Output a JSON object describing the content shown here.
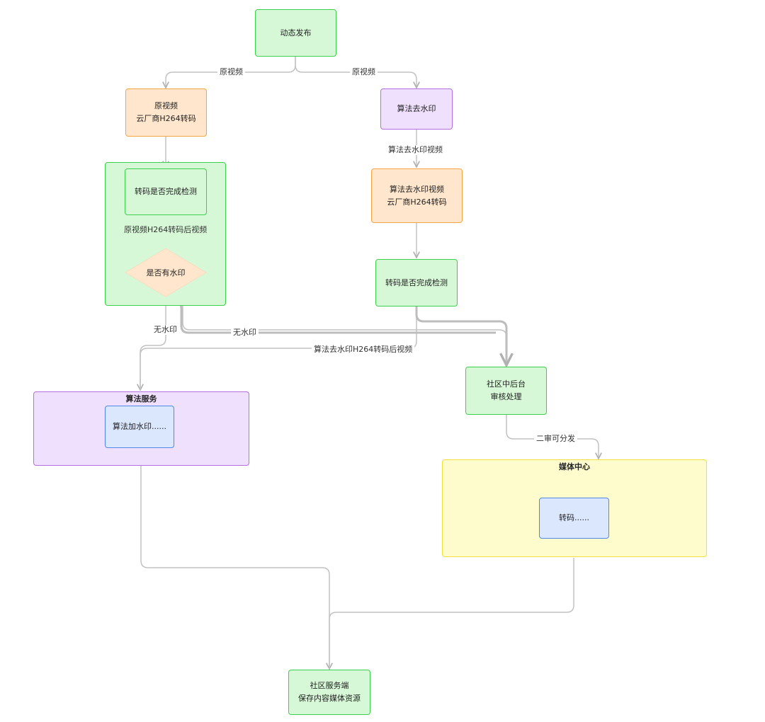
{
  "nodes": {
    "publish": "动态发布",
    "raw_transcode": "原视频\n云厂商H264转码",
    "algo_dewatermark": "算法去水印",
    "raw_check": "转码是否完成检测",
    "watermark_decision": "是否有水印",
    "algo_transcode": "算法去水印视频\n云厂商H264转码",
    "algo_check": "转码是否完成检测",
    "review": "社区中后台\n审核处理",
    "algo_add_watermark": "算法加水印......",
    "media_transcode": "转码......",
    "server_save": "社区服务端\n保存内容媒体资源"
  },
  "groups": {
    "algo_service": "算法服务",
    "media_center": "媒体中心"
  },
  "edge_labels": {
    "raw_video_left": "原视频",
    "raw_video_right": "原视频",
    "dewatermarked_video": "算法去水印视频",
    "raw_h264_video": "原视频H264转码后视频",
    "no_watermark_left": "无水印",
    "no_watermark_right": "无水印",
    "algo_h264_video": "算法去水印H264转码后视频",
    "second_review": "二审可分发"
  },
  "colors": {
    "green_fill": "#d7f8d7",
    "green_border": "#3bd14b",
    "orange_fill": "#ffe6cc",
    "orange_border": "#f6a341",
    "purple_fill": "#efe0fd",
    "purple_border": "#b46ee6",
    "blue_fill": "#dbe7fd",
    "blue_border": "#4f88e8",
    "yellow_fill": "#fefccc",
    "yellow_border": "#f1df3c",
    "edge": "#b8b8b8"
  }
}
